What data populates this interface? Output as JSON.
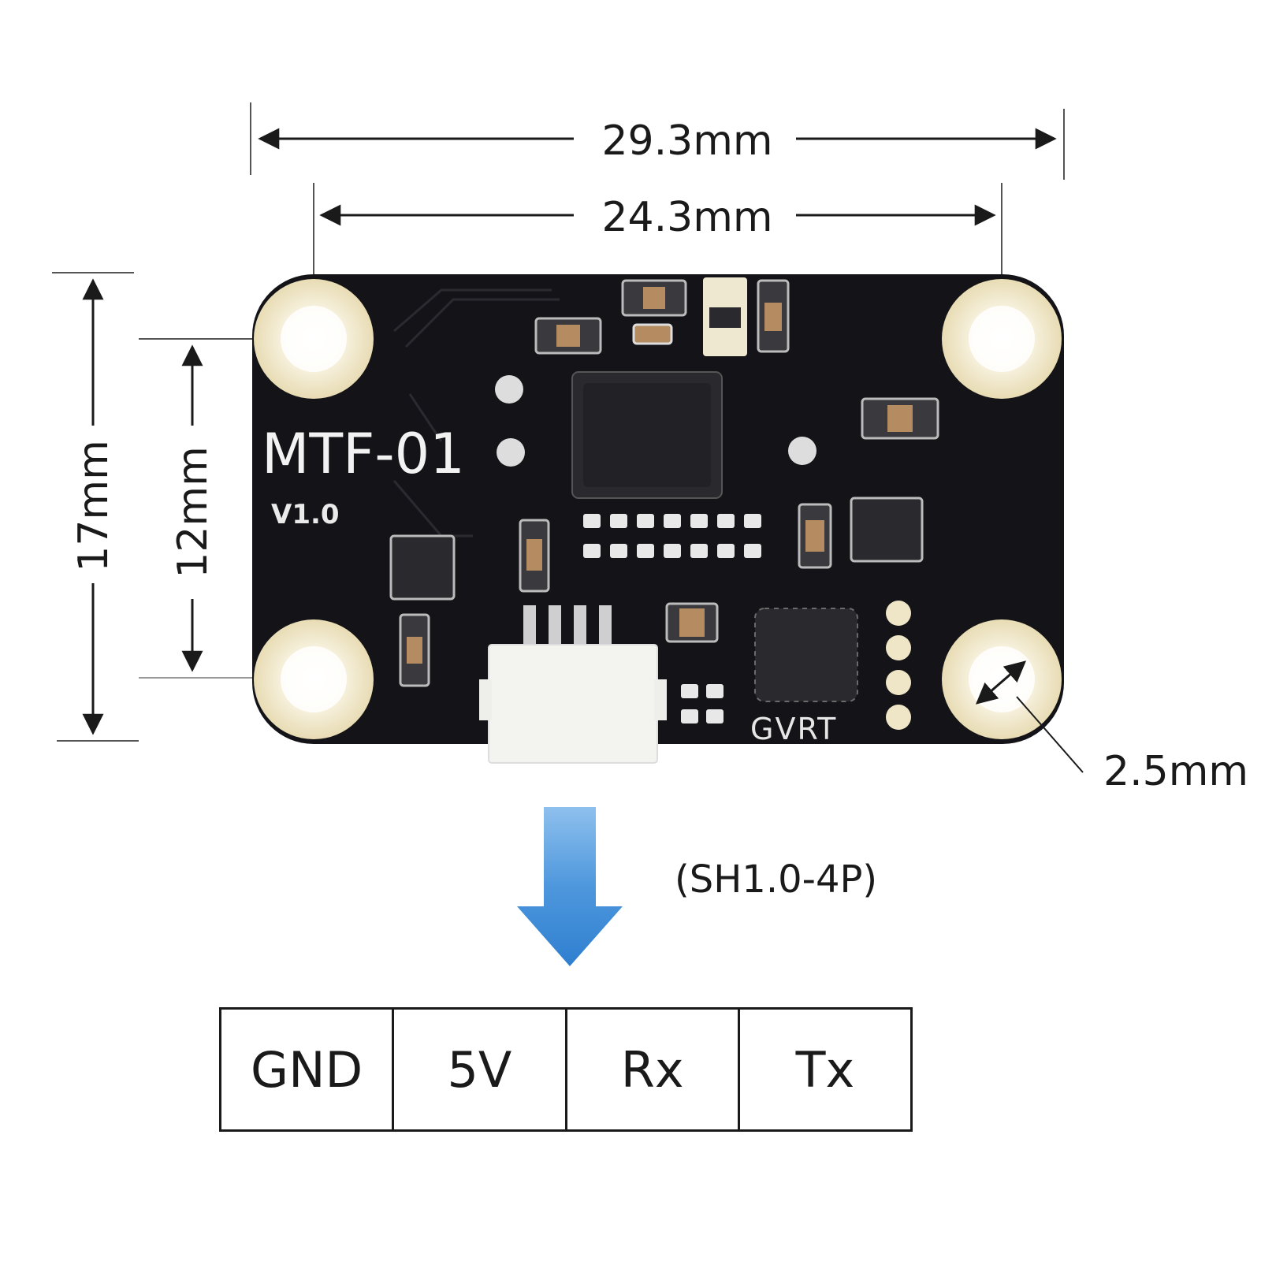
{
  "dimensions": {
    "overall_width": "29.3mm",
    "hole_spacing_width": "24.3mm",
    "overall_height": "17mm",
    "hole_spacing_height": "12mm",
    "hole_diameter": "2.5mm"
  },
  "board": {
    "model": "MTF-01",
    "version": "V1.0",
    "brand": "GVRT"
  },
  "connector": {
    "type": "(SH1.0-4P)",
    "pins": [
      "GND",
      "5V",
      "Rx",
      "Tx"
    ]
  },
  "colors": {
    "pcb": "#141418",
    "pad": "#efe6c8",
    "arrow": "#3d8ad6",
    "line": "#1a1a1a"
  },
  "icons": {
    "down_arrow": "down-arrow-icon"
  }
}
